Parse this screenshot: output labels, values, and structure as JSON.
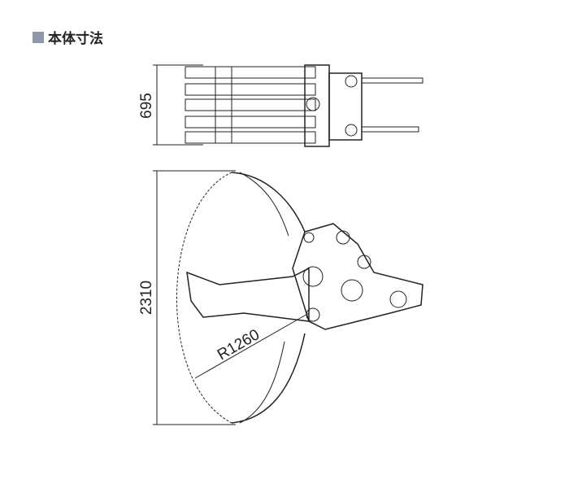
{
  "header": {
    "title": "本体寸法"
  },
  "dimensions": {
    "width": "695",
    "height": "2310",
    "radius": "R1260"
  }
}
